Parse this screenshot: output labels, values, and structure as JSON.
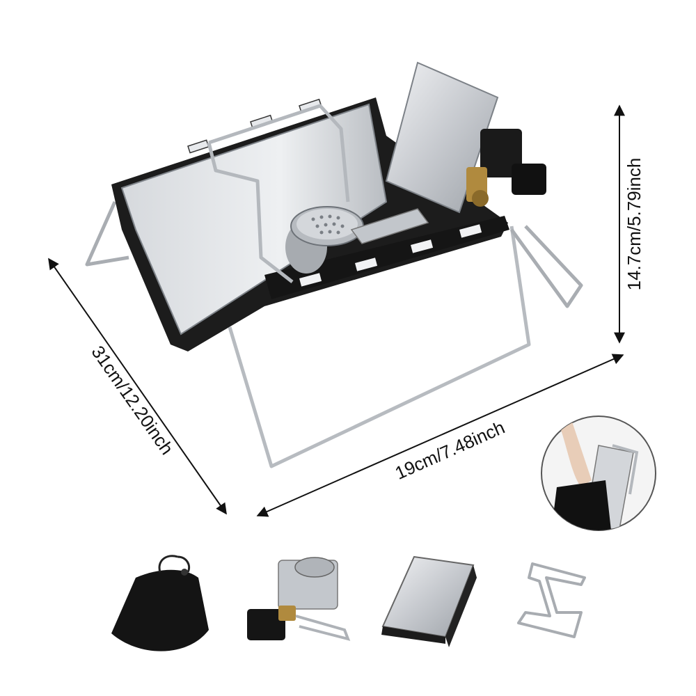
{
  "dimensions": {
    "length": "31cm/12.20inch",
    "width": "19cm/7.48inch",
    "height": "14.7cm/5.79inch"
  },
  "colors": {
    "steel": "#c9ccd0",
    "steel_dark": "#8d9297",
    "frame_black": "#1c1c1c",
    "line": "#111111",
    "background": "#ffffff"
  },
  "accessories": [
    {
      "icon": "storage-bag-icon"
    },
    {
      "icon": "burner-valve-icon"
    },
    {
      "icon": "folded-windscreen-icon"
    },
    {
      "icon": "wire-stand-icon"
    }
  ],
  "inset": {
    "icon": "hand-bag-inset-icon"
  }
}
